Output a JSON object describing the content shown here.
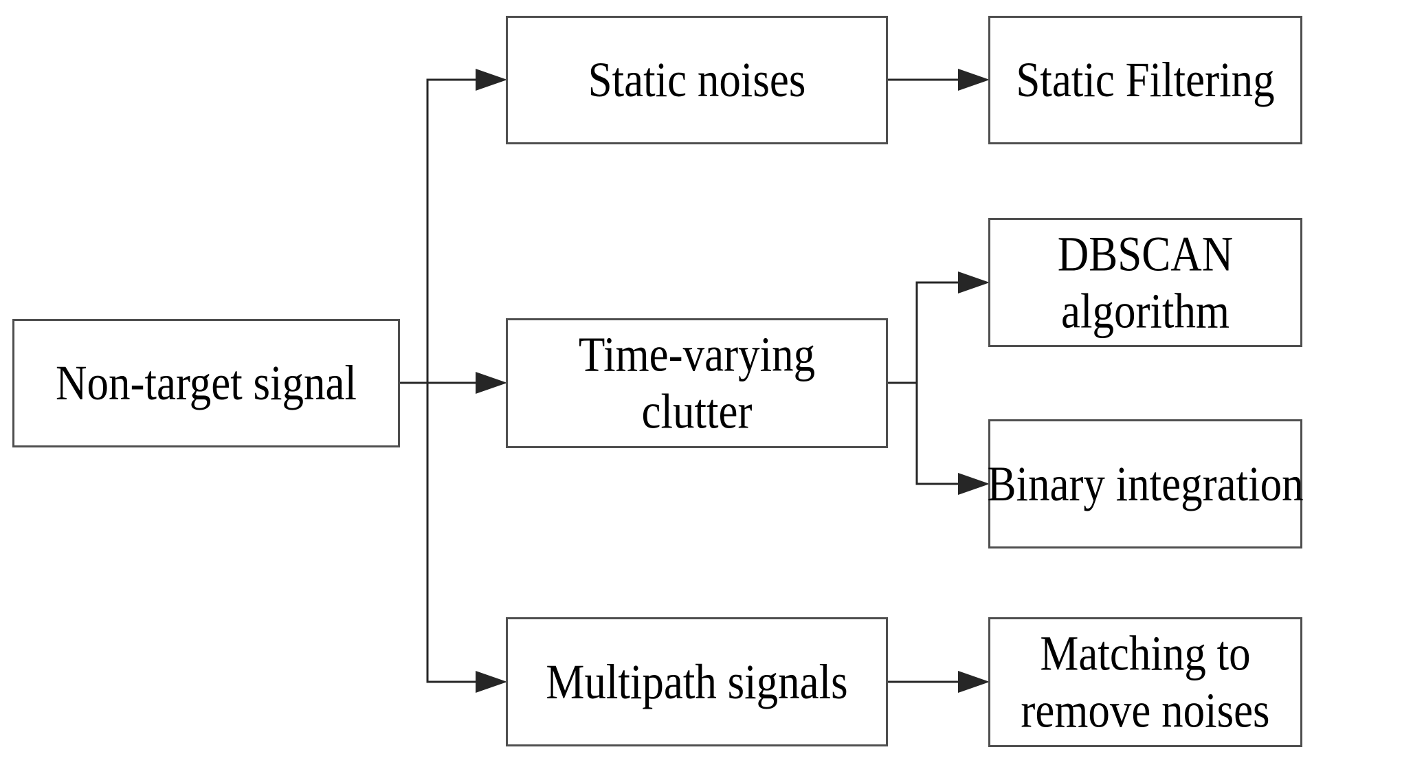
{
  "figure": {
    "background": "#ffffff",
    "box_border_color": "#4f4f4f",
    "connector_color": "#262626",
    "text_color": "#000000",
    "nodes": {
      "non_target_signal": {
        "label": "Non-target signal",
        "lines": [
          "Non-target signal"
        ]
      },
      "static_noises": {
        "label": "Static noises",
        "lines": [
          "Static noises"
        ]
      },
      "time_varying_clutter": {
        "label": "Time-varying clutter",
        "lines": [
          "Time-varying",
          "clutter"
        ]
      },
      "multipath_signals": {
        "label": "Multipath signals",
        "lines": [
          "Multipath signals"
        ]
      },
      "static_filtering": {
        "label": "Static Filtering",
        "lines": [
          "Static Filtering"
        ]
      },
      "dbscan_algorithm": {
        "label": "DBSCAN algorithm",
        "lines": [
          "DBSCAN",
          "algorithm"
        ]
      },
      "binary_integration": {
        "label": "Binary integration",
        "lines": [
          "Binary integration"
        ]
      },
      "matching_to_remove_noises": {
        "label": "Matching to remove noises",
        "lines": [
          "Matching to",
          "remove noises"
        ]
      }
    },
    "edges": [
      {
        "from": "non_target_signal",
        "to": "static_noises"
      },
      {
        "from": "non_target_signal",
        "to": "time_varying_clutter"
      },
      {
        "from": "non_target_signal",
        "to": "multipath_signals"
      },
      {
        "from": "static_noises",
        "to": "static_filtering"
      },
      {
        "from": "time_varying_clutter",
        "to": "dbscan_algorithm"
      },
      {
        "from": "time_varying_clutter",
        "to": "binary_integration"
      },
      {
        "from": "multipath_signals",
        "to": "matching_to_remove_noises"
      }
    ]
  }
}
